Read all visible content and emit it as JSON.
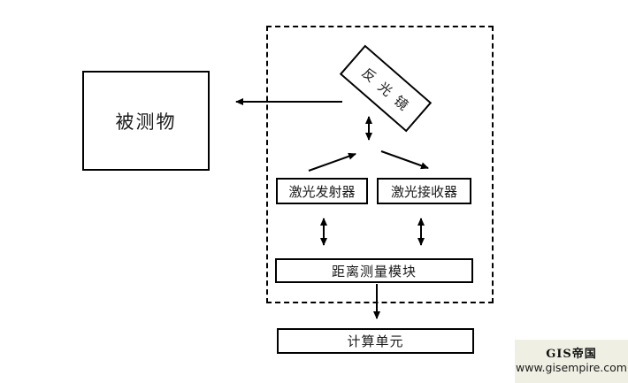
{
  "nodes": {
    "measured_object": "被测物",
    "mirror": "反光镜",
    "laser_transmitter": "激光发射器",
    "laser_receiver": "激光接收器",
    "distance_module": "距离测量模块",
    "computing_unit": "计算单元"
  },
  "connections": [
    {
      "from": "mirror",
      "to": "measured_object",
      "type": "single-arrow"
    },
    {
      "from": "mirror",
      "to": "beam-junction",
      "type": "double-arrow"
    },
    {
      "from": "laser_transmitter",
      "to": "beam-junction",
      "type": "single-arrow"
    },
    {
      "from": "beam-junction",
      "to": "laser_receiver",
      "type": "single-arrow"
    },
    {
      "from": "laser_transmitter",
      "to": "distance_module",
      "type": "double-arrow"
    },
    {
      "from": "laser_receiver",
      "to": "distance_module",
      "type": "double-arrow"
    },
    {
      "from": "distance_module",
      "to": "computing_unit",
      "type": "single-arrow"
    }
  ],
  "watermark": {
    "brand": "GIS帝国",
    "url": "www.gisempire.com",
    "bg_color": "#f0efe3"
  },
  "colors": {
    "line": "#000000",
    "background": "#ffffff"
  }
}
